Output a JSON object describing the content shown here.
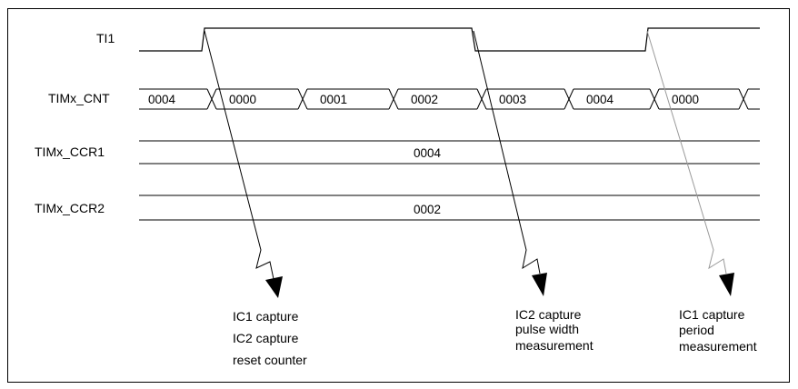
{
  "title": "",
  "signals": {
    "ti1": "TI1",
    "cnt": "TIMx_CNT",
    "ccr1": "TIMx_CCR1",
    "ccr2": "TIMx_CCR2"
  },
  "counter_values": [
    "0004",
    "0000",
    "0001",
    "0002",
    "0003",
    "0004",
    "0000"
  ],
  "ccr1_value": "0004",
  "ccr2_value": "0002",
  "annotations": [
    {
      "lines": [
        "IC1 capture",
        "IC2 capture",
        "reset counter"
      ]
    },
    {
      "lines": [
        "IC2 capture",
        "pulse width",
        "measurement"
      ]
    },
    {
      "lines": [
        "IC1 capture",
        "period",
        "measurement"
      ]
    }
  ],
  "colors": {
    "line": "#000000",
    "faint_arrow": "#9a9a9a"
  }
}
